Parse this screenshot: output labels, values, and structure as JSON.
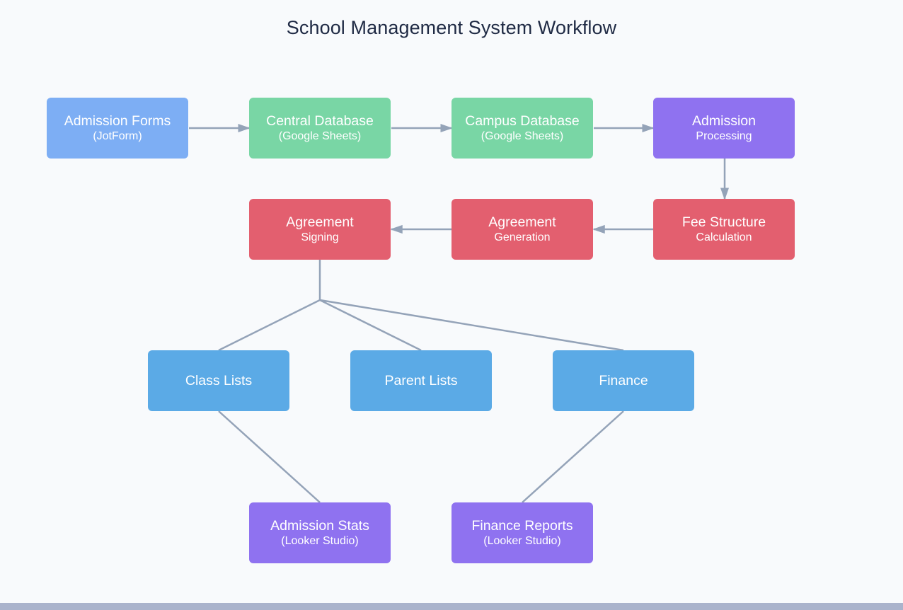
{
  "title": "School Management System Workflow",
  "nodes": {
    "admission_forms": {
      "title": "Admission Forms",
      "subtitle": "(JotForm)"
    },
    "central_database": {
      "title": "Central Database",
      "subtitle": "(Google Sheets)"
    },
    "campus_database": {
      "title": "Campus Database",
      "subtitle": "(Google Sheets)"
    },
    "admission_processing": {
      "title": "Admission",
      "subtitle": "Processing"
    },
    "fee_structure": {
      "title": "Fee Structure",
      "subtitle": "Calculation"
    },
    "agreement_generation": {
      "title": "Agreement",
      "subtitle": "Generation"
    },
    "agreement_signing": {
      "title": "Agreement",
      "subtitle": "Signing"
    },
    "class_lists": {
      "title": "Class Lists"
    },
    "parent_lists": {
      "title": "Parent Lists"
    },
    "finance": {
      "title": "Finance"
    },
    "admission_stats": {
      "title": "Admission Stats",
      "subtitle": "(Looker Studio)"
    },
    "finance_reports": {
      "title": "Finance Reports",
      "subtitle": "(Looker Studio)"
    }
  },
  "edges": [
    {
      "from": "admission_forms",
      "to": "central_database",
      "arrow": true
    },
    {
      "from": "central_database",
      "to": "campus_database",
      "arrow": true
    },
    {
      "from": "campus_database",
      "to": "admission_processing",
      "arrow": true
    },
    {
      "from": "admission_processing",
      "to": "fee_structure",
      "arrow": true
    },
    {
      "from": "fee_structure",
      "to": "agreement_generation",
      "arrow": true
    },
    {
      "from": "agreement_generation",
      "to": "agreement_signing",
      "arrow": true
    },
    {
      "from": "agreement_signing",
      "to": "class_lists",
      "arrow": false
    },
    {
      "from": "agreement_signing",
      "to": "parent_lists",
      "arrow": false
    },
    {
      "from": "agreement_signing",
      "to": "finance",
      "arrow": false
    },
    {
      "from": "class_lists",
      "to": "admission_stats",
      "arrow": false
    },
    {
      "from": "finance",
      "to": "finance_reports",
      "arrow": false
    }
  ],
  "colors": {
    "input": "#7daef4",
    "database": "#79d6a5",
    "processing": "#8f72f0",
    "agreement": "#e35f6f",
    "outputs": "#5baae6",
    "reports": "#8f72f0",
    "connector": "#94a3b8",
    "background": "#f8fafc"
  }
}
